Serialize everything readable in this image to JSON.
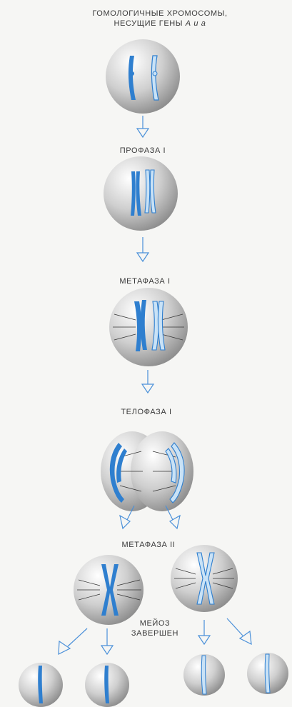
{
  "title": {
    "line1": "ГОМОЛОГИЧНЫЕ ХРОМОСОМЫ,",
    "line2_prefix": "НЕСУЩИЕ ГЕНЫ",
    "line2_genes": "А и а"
  },
  "stages": {
    "prophase1": "ПРОФАЗА I",
    "metaphase1": "МЕТАФАЗА I",
    "telophase1": "ТЕЛОФАЗА I",
    "metaphase2": "МЕТАФАЗА II"
  },
  "meiosis_done": {
    "line1": "МЕЙОЗ",
    "line2": "ЗАВЕРШЕН"
  },
  "colors": {
    "dark_blue": "#2f7fcf",
    "light_blue": "#c9e2f6",
    "outline_blue": "#2f7fcf",
    "cell": "#cfcfcf",
    "spindle": "#333333",
    "arrow": "#4a90d9"
  }
}
